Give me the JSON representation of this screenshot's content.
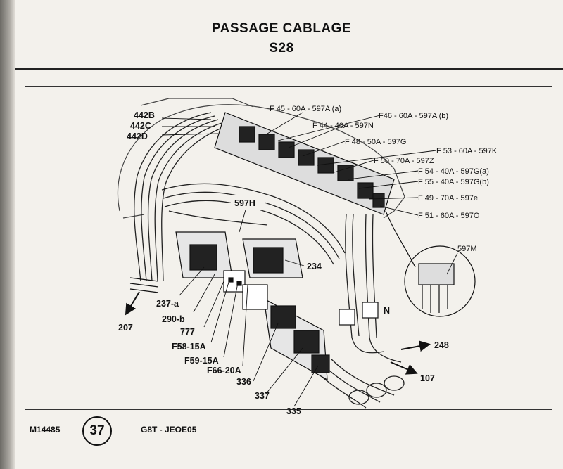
{
  "page": {
    "title": "PASSAGE CABLAGE",
    "subtitle": "S28"
  },
  "callouts": {
    "w442b": "442B",
    "w442c": "442C",
    "w442d": "442D",
    "f45": "F 45 - 60A - 597A (a)",
    "f46": "F46 - 60A - 597A (b)",
    "f44": "F 44 - 40A - 597N",
    "f48": "F 48 - 50A - 597G",
    "f53": "F 53 - 60A - 597K",
    "f50": "F 50 - 70A - 597Z",
    "f54": "F 54 - 40A - 597G(a)",
    "f55": "F 55 - 40A - 597G(b)",
    "f49": "F 49 - 70A - 597e",
    "f51": "F 51 - 60A - 597O",
    "c597h": "597H",
    "c597m": "597M",
    "c234": "234",
    "c237a": "237-a",
    "c290b": "290-b",
    "c777": "777",
    "f58": "F58-15A",
    "f59": "F59-15A",
    "f66": "F66-20A",
    "c336": "336",
    "c337": "337",
    "c335": "335",
    "c207": "207",
    "c248": "248",
    "c107": "107",
    "n": "N"
  },
  "footer": {
    "figure_id": "M14485",
    "page_number": "37",
    "doc_ref": "G8T - JEOE05"
  }
}
